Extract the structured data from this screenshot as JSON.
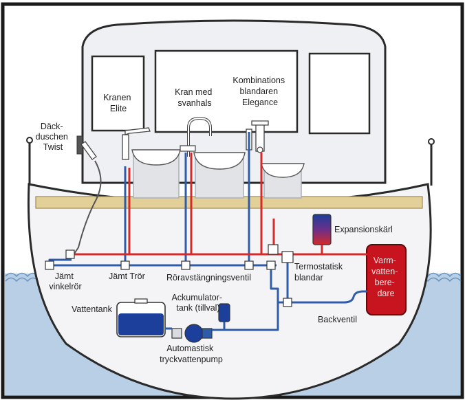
{
  "labels": {
    "deck_shower": [
      "Däck-",
      "duschen",
      "Twist"
    ],
    "faucet_elite": [
      "Kranen",
      "Elite"
    ],
    "faucet_swan": [
      "Kran med",
      "svanhals"
    ],
    "mixer": [
      "Kombinations",
      "blandaren",
      "Elegance"
    ],
    "expansion_tank": [
      "Expansionskärl"
    ],
    "elbow_pipe": [
      "Jämt",
      "vinkelrör"
    ],
    "tee_pipe": [
      "Jämt Trör"
    ],
    "shutoff_valve": [
      "Röravstängningsventil"
    ],
    "thermostatic_mixer": [
      "Termostatisk",
      "blandar"
    ],
    "water_heater": [
      "Varm-",
      "vatten-",
      "bere-",
      "dare"
    ],
    "water_tank": [
      "Vattentank"
    ],
    "accumulator": [
      "Ackumulator-",
      "tank (tillval)"
    ],
    "check_valve": [
      "Backventil"
    ],
    "pump": [
      "Automastisk",
      "tryckvattenpump"
    ]
  },
  "colors": {
    "hull_outline": "#2a2a2a",
    "hull_fill": "#f4f4f6",
    "cabin_fill": "#eef0f3",
    "deck": "#e3cf98",
    "water": "#b8cfe6",
    "water_line": "#6b93bd",
    "cold_pipe": "#2f5ca8",
    "hot_pipe": "#d42a2a",
    "tank_blue": "#1b3f9a",
    "heater_red": "#c8141e",
    "frame": "#1a1a1a"
  }
}
